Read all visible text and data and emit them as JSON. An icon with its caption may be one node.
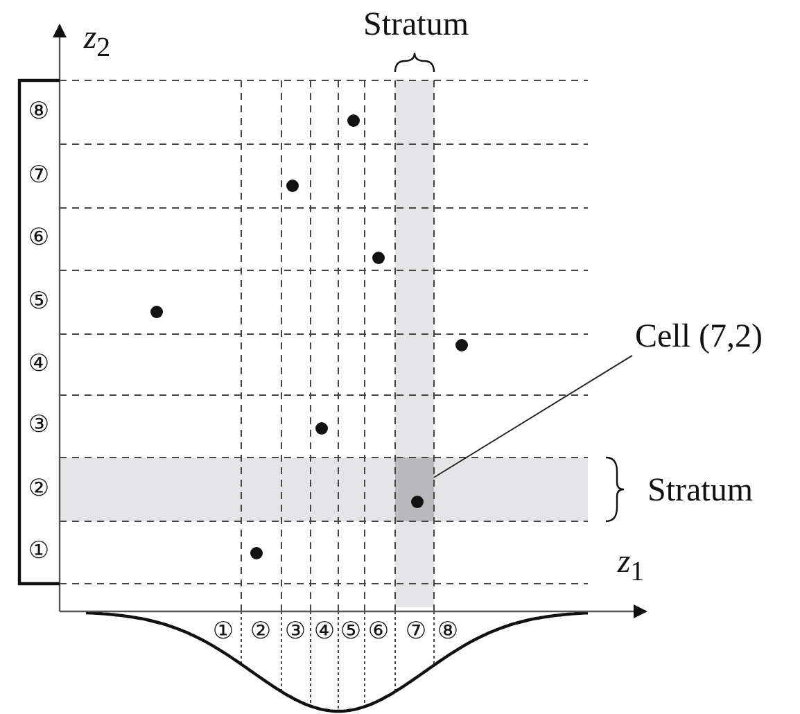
{
  "diagram": {
    "nodes": [
      {
        "text": [
          "Cell (7,2)"
        ]
      },
      {
        "text": [],
        "shape": "box"
      }
    ],
    "edges": [
      {
        "from": 0,
        "to": 1,
        "arrow": "none"
      }
    ],
    "labels": [
      "Stratum",
      "*z*$_{2}$",
      "⑧",
      "⑦",
      "⑥",
      "⑤",
      "④",
      "③",
      "②",
      "①",
      "Stratum",
      "*z*$_{1}$",
      "①",
      "②",
      "③",
      "④",
      "⑤",
      "⑥",
      "⑦",
      "⑧"
    ]
  }
}
